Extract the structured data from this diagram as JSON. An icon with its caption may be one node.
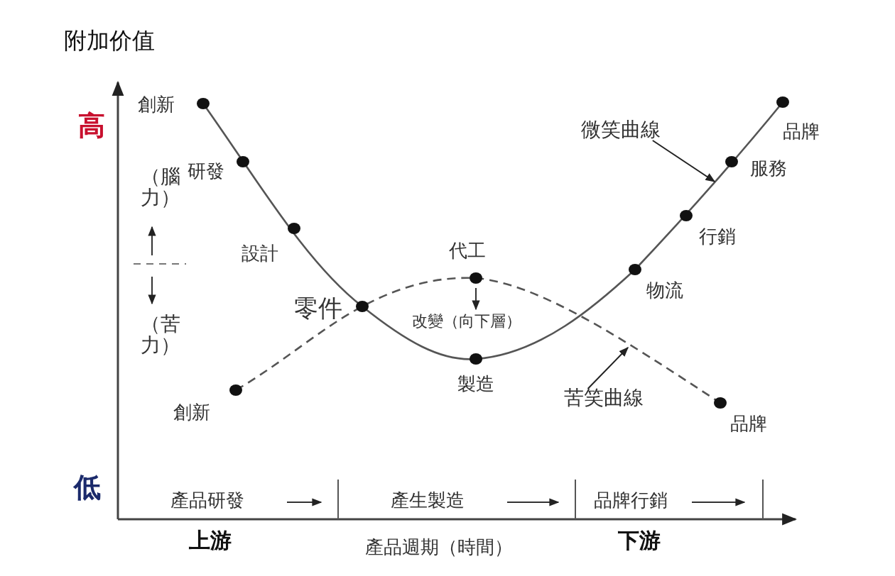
{
  "diagram": {
    "nodes": [
      {
        "text": [
          "微笑曲線"
        ]
      },
      {
        "text": [
          "苦笑曲線"
        ]
      }
    ],
    "edges": [
      {
        "from": 0,
        "to": null,
        "arrow": "to"
      },
      {
        "from": 1,
        "to": null,
        "arrow": "to"
      }
    ],
    "labels": [
      "附加价值",
      "高",
      "創新",
      "品牌",
      "研發",
      "服務",
      "（腦力）",
      "行銷",
      "設計",
      "代工",
      "物流",
      "零件",
      "改變（向下層）",
      "（苦力）",
      "製造",
      "創新",
      "品牌",
      "低",
      "產品研發",
      "產生製造",
      "品牌行銷",
      "上游",
      "產品週期（時間）",
      "下游"
    ]
  }
}
